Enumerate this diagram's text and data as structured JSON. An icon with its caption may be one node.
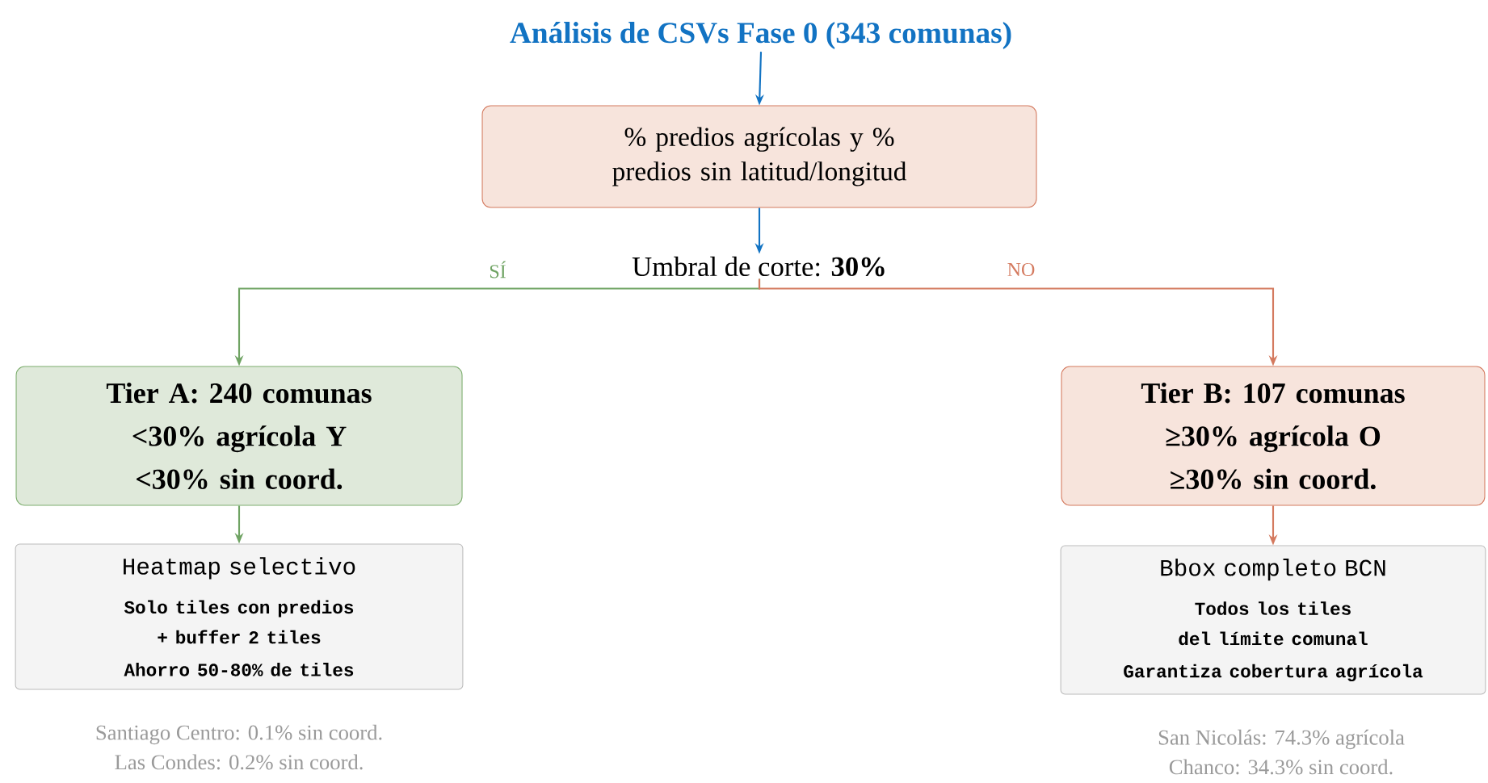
{
  "diagram": {
    "nodes": [
      {
        "text": [
          "Análisis de CSVs Fase 0 (343 comunas)"
        ]
      },
      {
        "text": [
          "% predios agrícolas y % predios sin latitud/longitud"
        ]
      },
      {
        "text": [
          "Umbral de corte: **30%**"
        ]
      },
      {
        "text": [
          "Tier A: 240 comunas",
          "<30% agrícola Y <30% sin coord."
        ]
      },
      {
        "text": [
          "Tier B: 107 comunas",
          "≥30% agrícola O ≥30% sin coord."
        ]
      },
      {
        "text": [
          "Heatmap selectivo",
          "Solo tiles con predios + buffer 2 tiles",
          "Ahorro 50-80% de tiles"
        ],
        "beside": [
          "Santiago Centro: 0.1% sin coord.",
          "Las Condes: 0.2% sin coord."
        ]
      },
      {
        "text": [
          "Bbox completo BCN",
          "Todos los tiles del límite comunal",
          "Garantiza cobertura agrícola"
        ],
        "beside": [
          "San Nicolás: 74.3% agrícola",
          "Chanco: 34.3% sin coord."
        ]
      }
    ],
    "edges": [
      {
        "from": 0,
        "to": 1,
        "arrow": "to",
        "color": "#1273c3"
      },
      {
        "from": 1,
        "to": 2,
        "arrow": "to",
        "color": "#1273c3"
      },
      {
        "from": 2,
        "to": 3,
        "arrow": "to",
        "label": "SÍ",
        "color": "#6fa363"
      },
      {
        "from": 2,
        "to": 4,
        "arrow": "to",
        "label": "NO",
        "color": "#d47a5f"
      },
      {
        "from": 3,
        "to": 5,
        "arrow": "to",
        "color": "#6fa363"
      },
      {
        "from": 4,
        "to": 6,
        "arrow": "to",
        "color": "#d47a5f"
      }
    ]
  }
}
